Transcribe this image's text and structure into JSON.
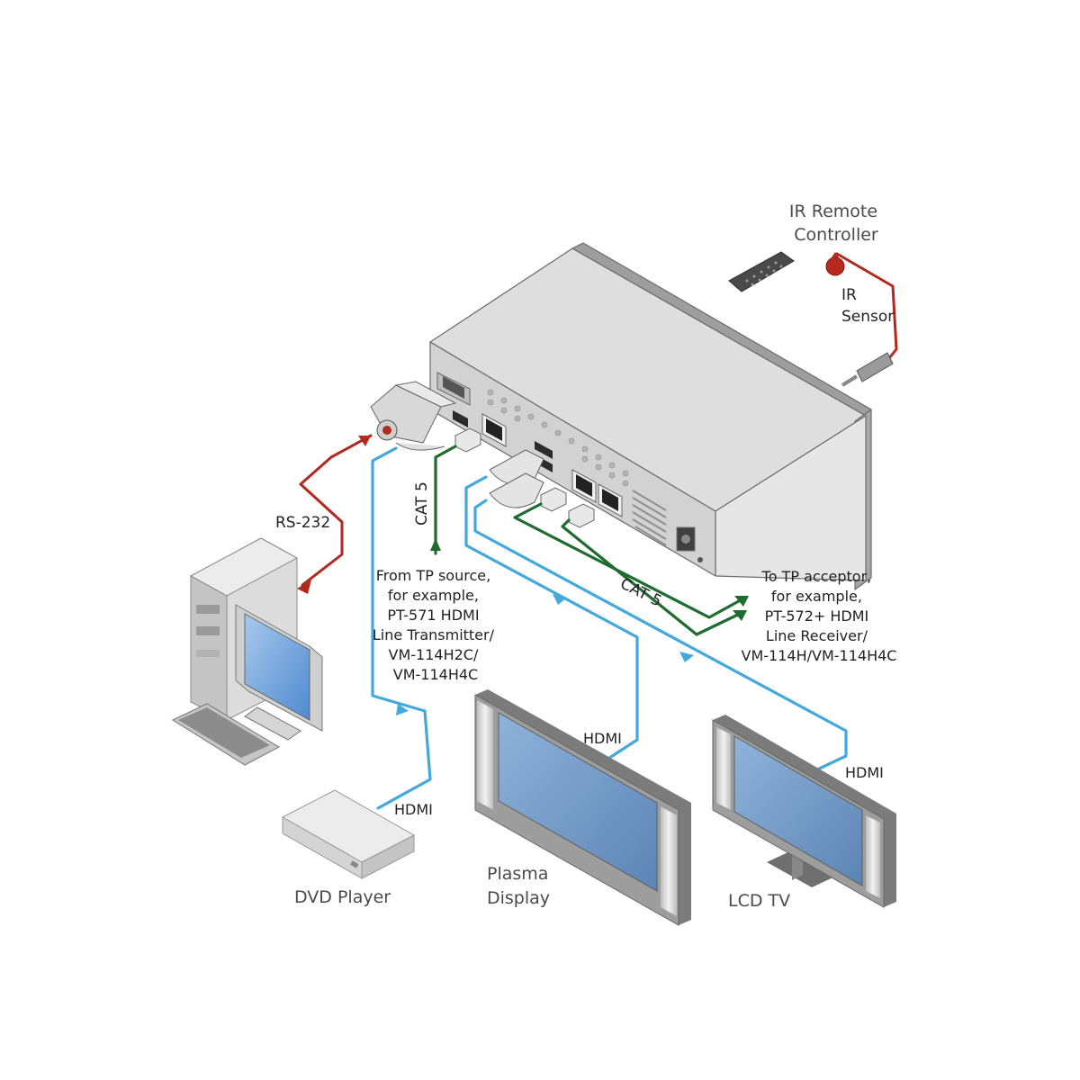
{
  "labels": {
    "ir_remote": [
      "IR Remote",
      "Controller"
    ],
    "ir_sensor": [
      "IR",
      "Sensor"
    ],
    "rs232": "RS-232",
    "cat5_in": "CAT 5",
    "cat5_out": "CAT 5",
    "from_tp": [
      "From TP source,",
      "for example,",
      "PT-571 HDMI",
      "Line Transmitter/",
      "VM-114H2C/",
      "VM-114H4C"
    ],
    "to_tp": [
      "To TP acceptor,",
      "for example,",
      "PT-572+ HDMI",
      "Line Receiver/",
      "VM-114H/VM-114H4C"
    ],
    "hdmi_dvd": "HDMI",
    "hdmi_plasma": "HDMI",
    "hdmi_lcd": "HDMI",
    "dvd_player": "DVD Player",
    "plasma_display": [
      "Plasma",
      "Display"
    ],
    "lcd_tv": "LCD TV"
  },
  "colors": {
    "hdmi_cable": "#43a8dc",
    "cat5_cable": "#1f6b30",
    "rs232_cable": "#b02a1e",
    "ir_cable": "#b02a1e",
    "device_body": "#d9d9d9",
    "screen": "#6f95c2"
  },
  "icons": {
    "main_unit": "device-chassis-icon",
    "remote": "remote-control-icon",
    "sensor": "ir-sensor-icon",
    "computer": "desktop-computer-icon",
    "dvd": "dvd-player-icon",
    "plasma": "plasma-display-icon",
    "lcd": "lcd-tv-icon"
  }
}
